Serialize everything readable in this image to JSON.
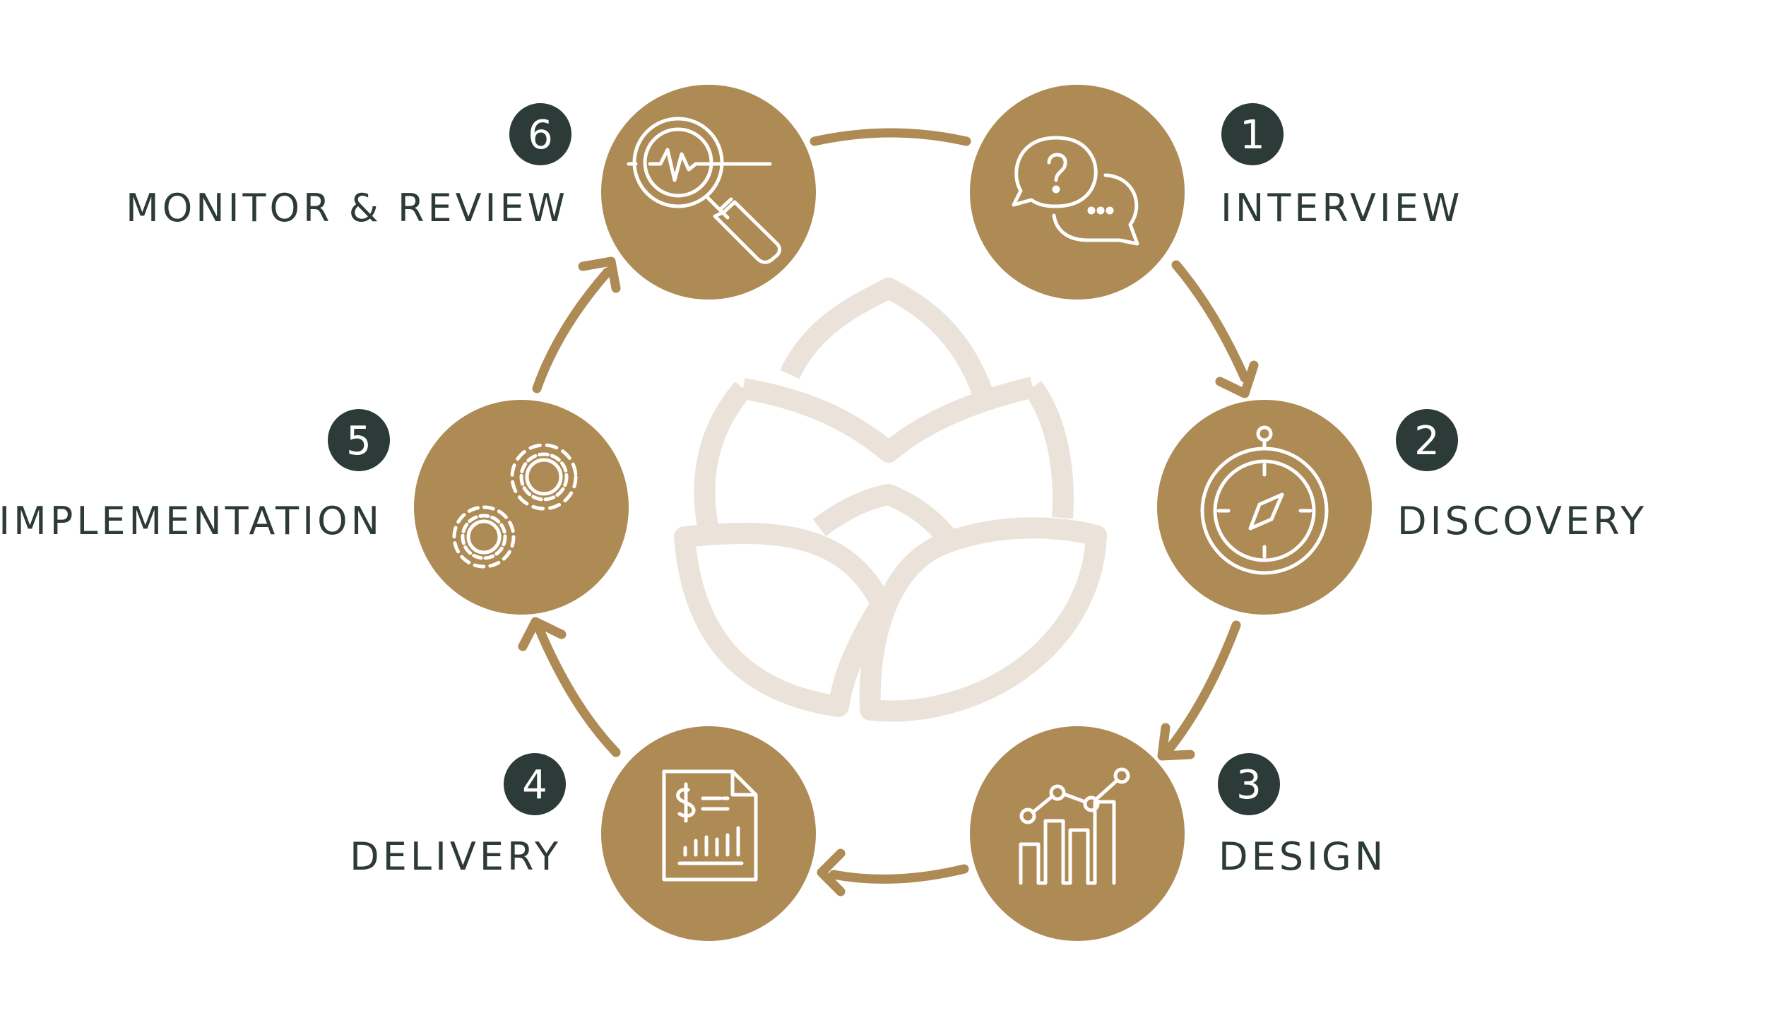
{
  "colors": {
    "accent": "#ae8a55",
    "badge": "#2c3b37",
    "text": "#2c3b37",
    "logo": "#ebe3d9",
    "icon": "#ffffff"
  },
  "steps": [
    {
      "number": "1",
      "label": "INTERVIEW",
      "icon": "speech-bubbles-icon"
    },
    {
      "number": "2",
      "label": "DISCOVERY",
      "icon": "compass-icon"
    },
    {
      "number": "3",
      "label": "DESIGN",
      "icon": "growth-chart-icon"
    },
    {
      "number": "4",
      "label": "DELIVERY",
      "icon": "financial-report-icon"
    },
    {
      "number": "5",
      "label": "IMPLEMENTATION",
      "icon": "gears-icon"
    },
    {
      "number": "6",
      "label": "MONITOR & REVIEW",
      "icon": "magnifier-pulse-icon"
    }
  ]
}
